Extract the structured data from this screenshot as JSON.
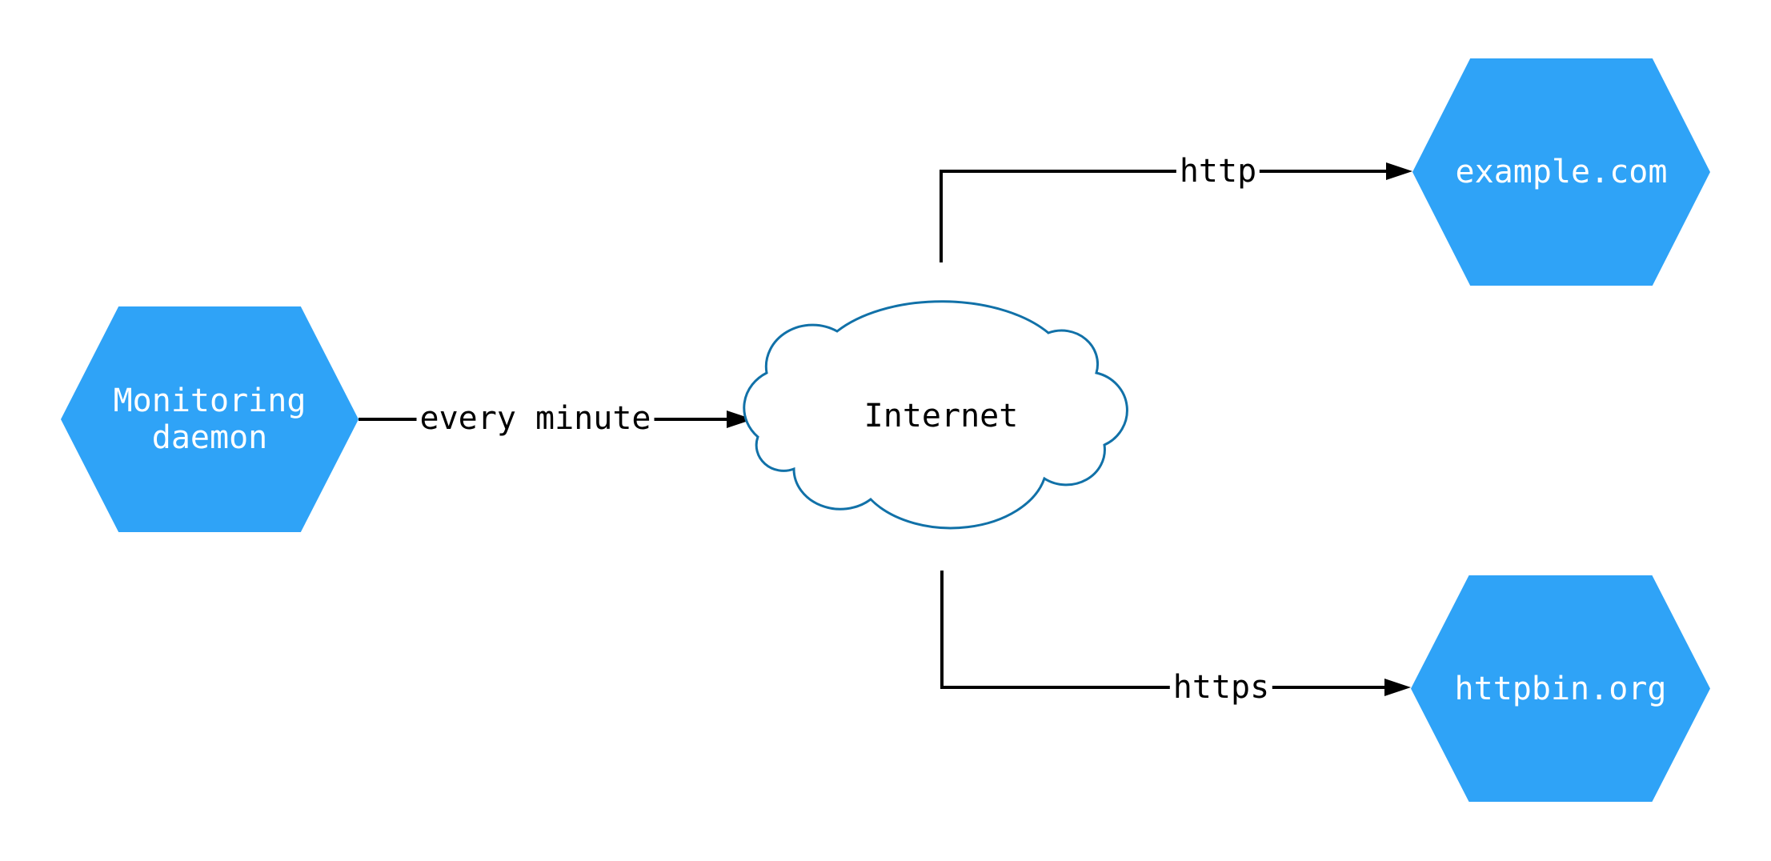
{
  "diagram": {
    "nodes": {
      "monitoring": {
        "label": "Monitoring\ndaemon",
        "shape": "hexagon"
      },
      "internet": {
        "label": "Internet",
        "shape": "cloud"
      },
      "example": {
        "label": "example.com",
        "shape": "hexagon"
      },
      "httpbin": {
        "label": "httpbin.org",
        "shape": "hexagon"
      }
    },
    "edges": {
      "monitoring_to_internet": {
        "label": "every minute",
        "from": "monitoring",
        "to": "internet"
      },
      "internet_to_example": {
        "label": "http",
        "from": "internet",
        "to": "example"
      },
      "internet_to_httpbin": {
        "label": "https",
        "from": "internet",
        "to": "httpbin"
      }
    },
    "colors": {
      "node_fill": "#2FA3F7",
      "node_text": "#FFFFFF",
      "cloud_stroke": "#1171A8",
      "cloud_fill": "#FFFFFF",
      "edge_stroke": "#000000",
      "label_text": "#000000",
      "background": "#FFFFFF"
    }
  }
}
